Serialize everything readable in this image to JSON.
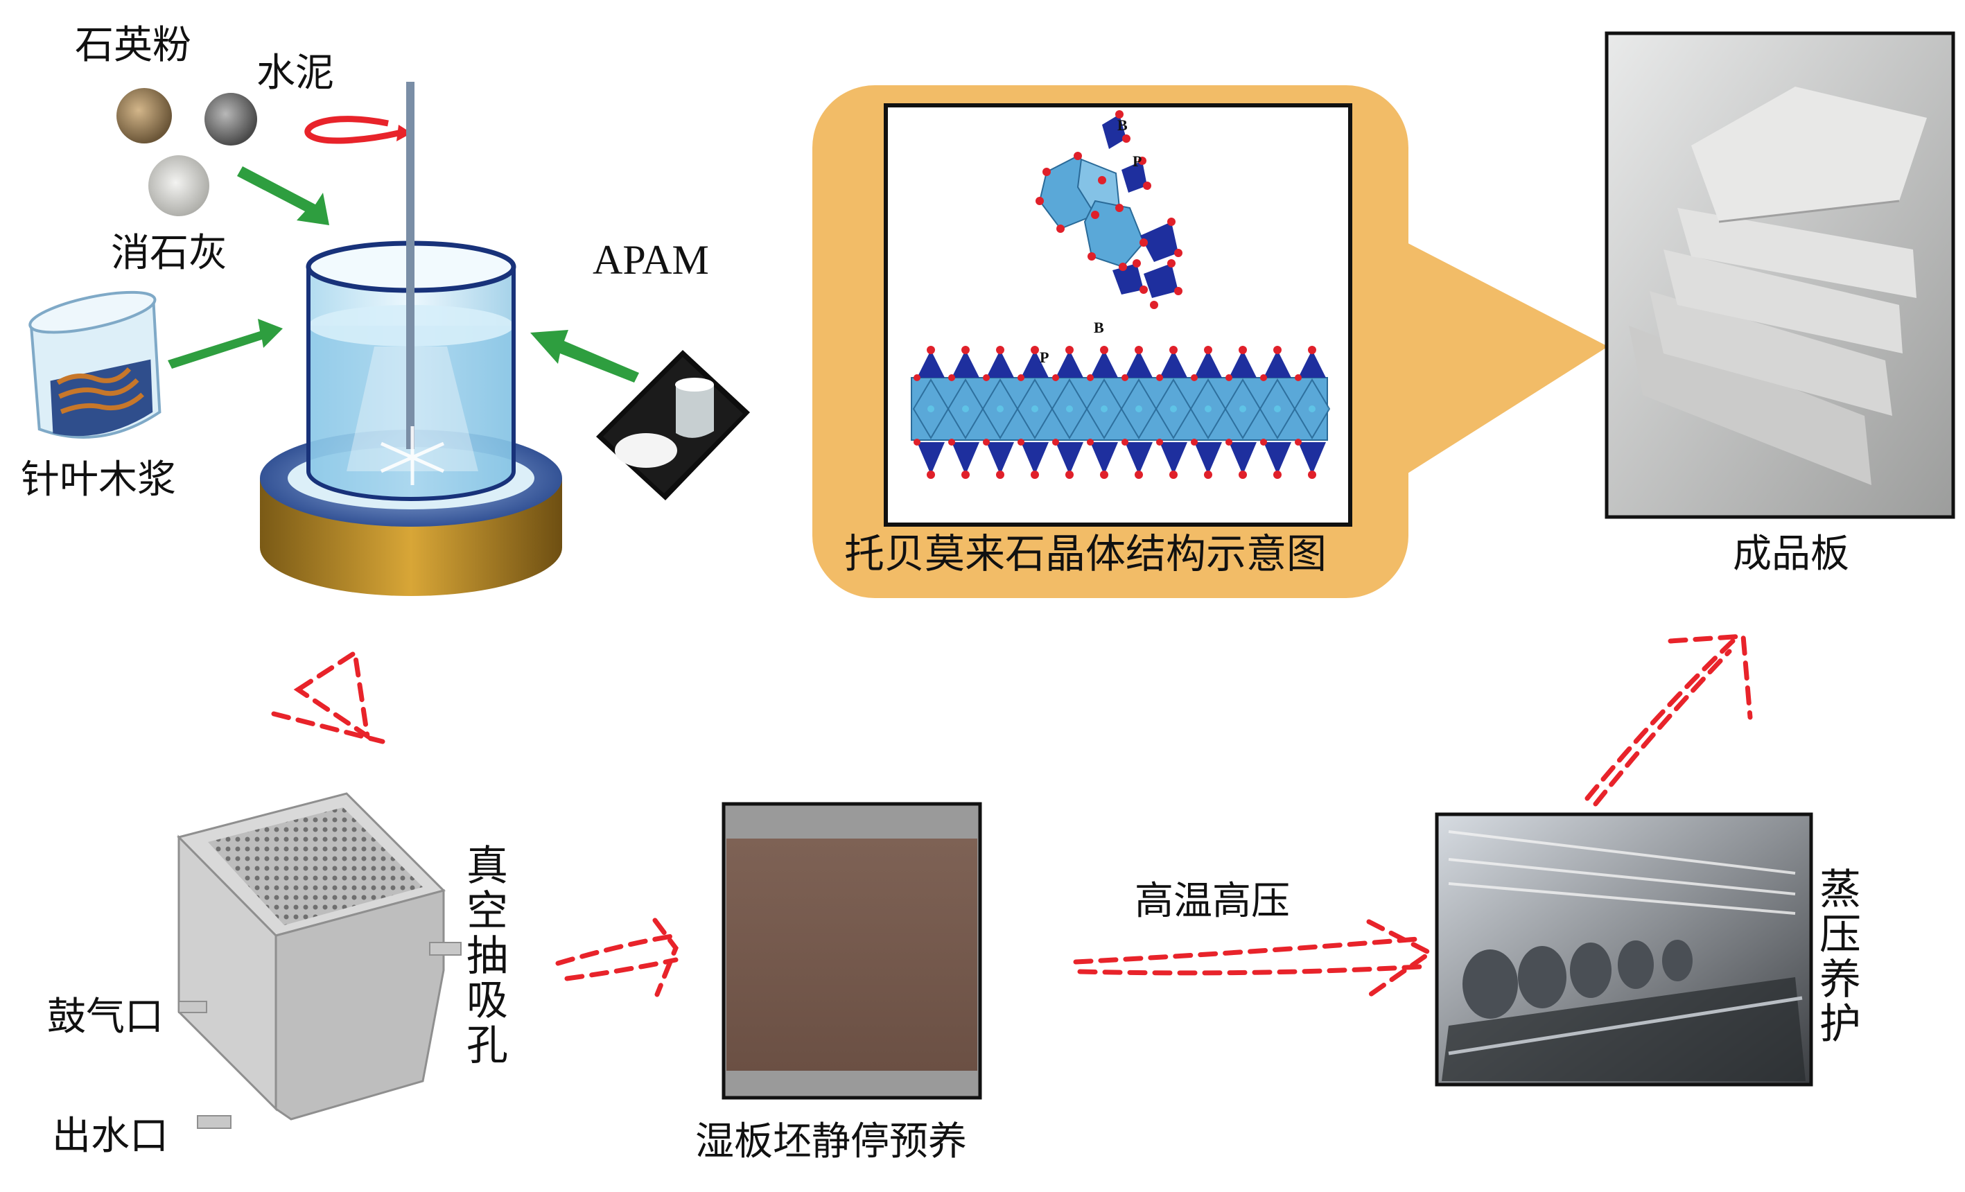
{
  "mixing": {
    "quartz_label": "石英粉",
    "cement_label": "水泥",
    "lime_label": "消石灰",
    "pulp_label": "针叶木浆",
    "apam_label": "APAM"
  },
  "callout": {
    "title": "托贝莫来石晶体结构示意图",
    "atom_label_b_top": "B",
    "atom_label_p_top": "P",
    "atom_label_b_chain": "B",
    "atom_label_p_chain": "P",
    "bubble_color": "#F2BC67"
  },
  "product": {
    "label": "成品板"
  },
  "dewatering": {
    "vacuum_label": "真空抽吸孔",
    "air_inlet_label": "鼓气口",
    "water_outlet_label": "出水口"
  },
  "preforming": {
    "label": "湿板坯静停预养"
  },
  "curing": {
    "condition_label": "高温高压",
    "label": "蒸压养护"
  },
  "colors": {
    "arrow_red": "#E8232A",
    "arrow_green": "#2E9E3F",
    "tetra_blue": "#1E2F9E",
    "octa_blue": "#5AA8D8",
    "oxygen_red": "#E0202A"
  }
}
